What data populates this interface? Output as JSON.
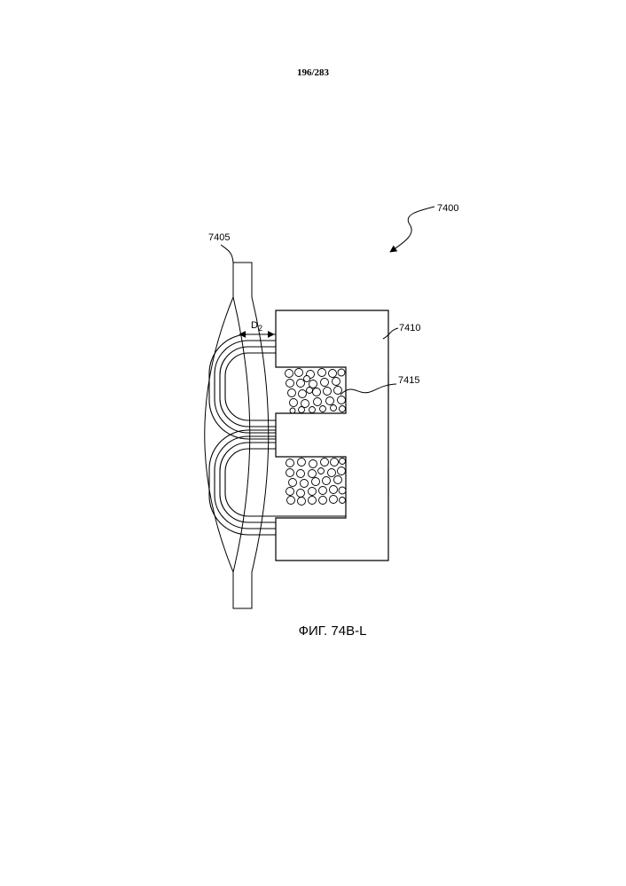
{
  "header": {
    "page_number": "196/283"
  },
  "figure": {
    "caption": "ФИГ. 74B-L",
    "labels": {
      "assembly": "7400",
      "plate": "7405",
      "core": "7410",
      "windings": "7415"
    },
    "dimension": {
      "letter": "D",
      "subscript": "2"
    }
  }
}
